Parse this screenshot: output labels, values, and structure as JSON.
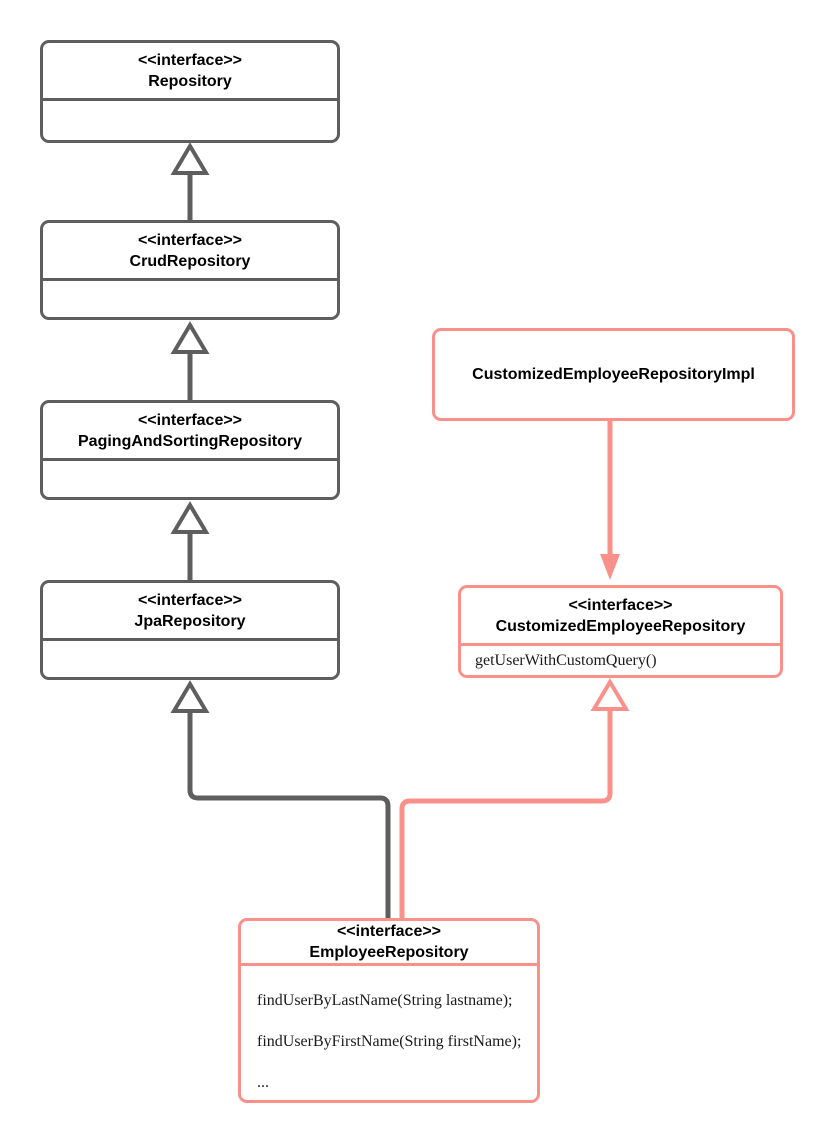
{
  "colors": {
    "gray": "#5E5E5E",
    "salmon": "#F9918A",
    "box-fill": "#FFFFFF",
    "text": "#000000"
  },
  "boxes": {
    "repository": {
      "stereotype": "<<interface>>",
      "name": "Repository"
    },
    "crud_repository": {
      "stereotype": "<<interface>>",
      "name": "CrudRepository"
    },
    "paging_and_sorting_repository": {
      "stereotype": "<<interface>>",
      "name": "PagingAndSortingRepository"
    },
    "jpa_repository": {
      "stereotype": "<<interface>>",
      "name": "JpaRepository"
    },
    "customized_employee_repository_impl": {
      "name": "CustomizedEmployeeRepositoryImpl"
    },
    "customized_employee_repository": {
      "stereotype": "<<interface>>",
      "name": "CustomizedEmployeeRepository",
      "methods": [
        "getUserWithCustomQuery()"
      ]
    },
    "employee_repository": {
      "stereotype": "<<interface>>",
      "name": "EmployeeRepository",
      "methods": [
        "findUserByLastName(String lastname);",
        "findUserByFirstName(String firstName);",
        "..."
      ]
    }
  }
}
